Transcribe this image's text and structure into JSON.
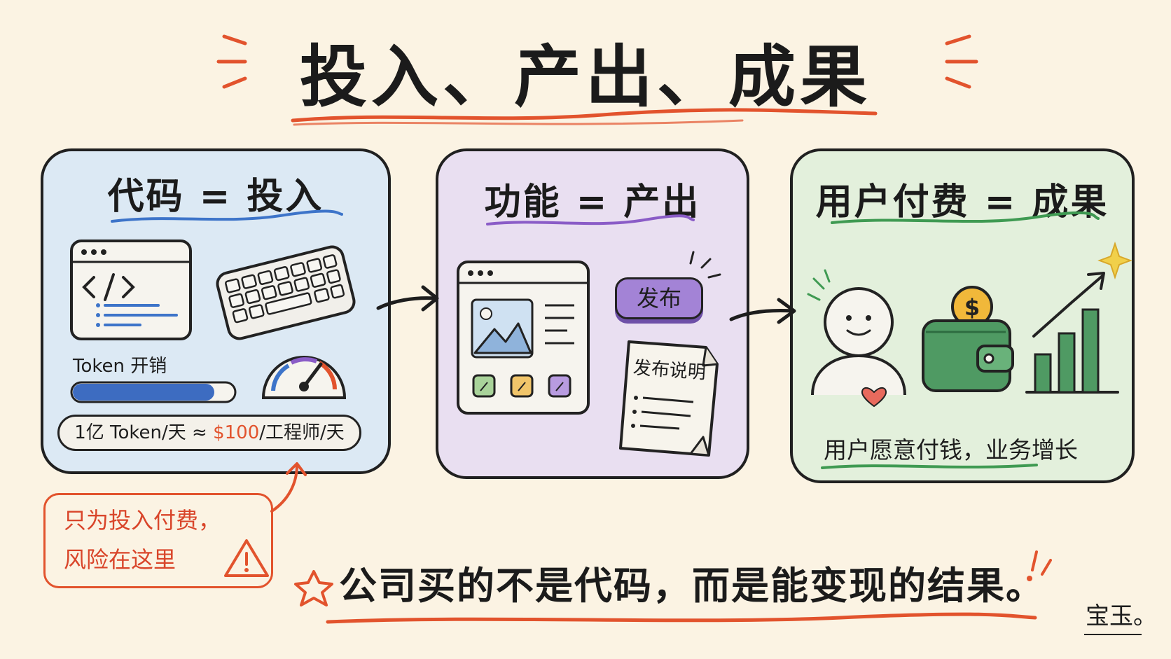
{
  "title": "投入、产出、成果",
  "colors": {
    "background": "#fbf3e3",
    "accent_red": "#e2532d",
    "panel_input": "#dce9f4",
    "panel_output": "#e9dff1",
    "panel_outcome": "#e3f0dc",
    "underline_blue": "#3d74c9",
    "underline_purple": "#8a5cc7",
    "underline_green": "#3f9a52"
  },
  "panels": [
    {
      "heading": "代码 = 投入",
      "token_label": "Token 开销",
      "progress": 0.88,
      "cost_prefix": "1亿 Token/天 ≈ ",
      "cost_amount": "$100",
      "cost_suffix": "/工程师/天",
      "icons": [
        "code-window-icon",
        "keyboard-icon",
        "gauge-icon"
      ]
    },
    {
      "heading": "功能 = 产出",
      "button_label": "发布",
      "doc_label": "发布说明",
      "icons": [
        "app-window-icon",
        "image-icon",
        "release-notes-icon"
      ]
    },
    {
      "heading": "用户付费 = 成果",
      "caption": "用户愿意付钱，业务增长",
      "icons": [
        "smiling-user-icon",
        "heart-icon",
        "wallet-icon",
        "dollar-coin-icon",
        "growth-chart-icon",
        "sparkle-icon"
      ]
    }
  ],
  "note": {
    "line1": "只为投入付费，",
    "line2": "风险在这里"
  },
  "bottom_text": "公司买的不是代码，而是能变现的结果。",
  "signature": "宝玉。"
}
